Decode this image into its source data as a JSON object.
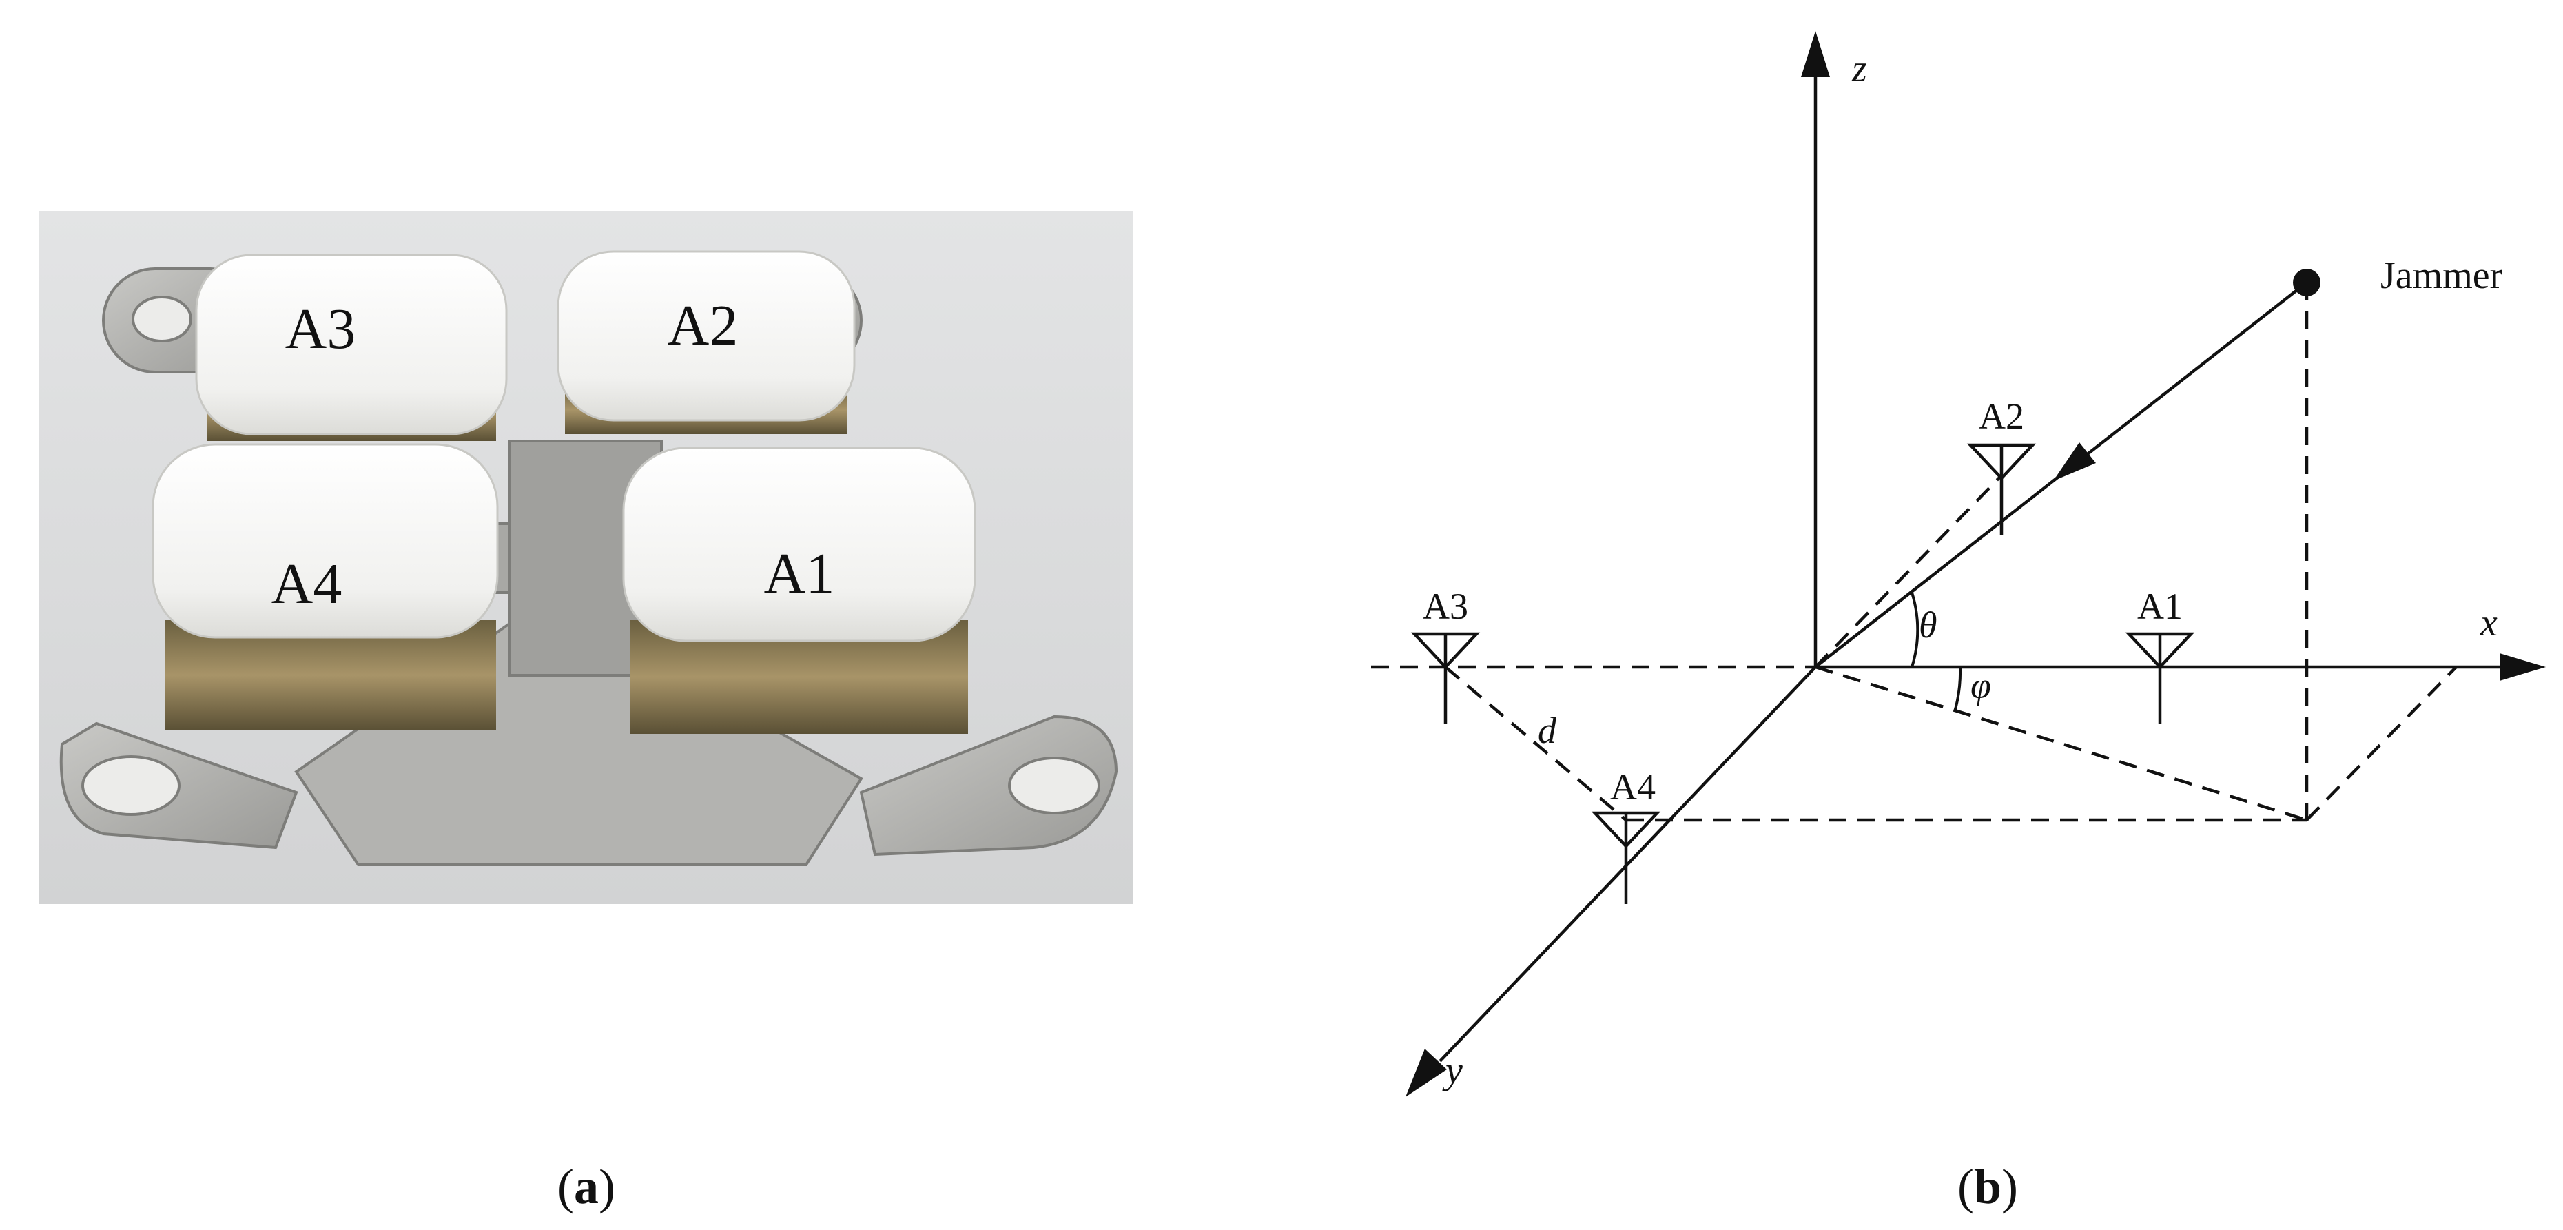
{
  "panel_a": {
    "modules": [
      "A3",
      "A2",
      "A4",
      "A1"
    ],
    "caption_open": "(",
    "caption_letter": "a",
    "caption_close": ")"
  },
  "panel_b": {
    "axes": {
      "x": "x",
      "y": "y",
      "z": "z"
    },
    "antennas": {
      "a1": "A1",
      "a2": "A2",
      "a3": "A3",
      "a4": "A4"
    },
    "spacing_label": "d",
    "elevation_label": "θ",
    "azimuth_label": "φ",
    "source_label": "Jammer",
    "caption_open": "(",
    "caption_letter": "b",
    "caption_close": ")"
  }
}
